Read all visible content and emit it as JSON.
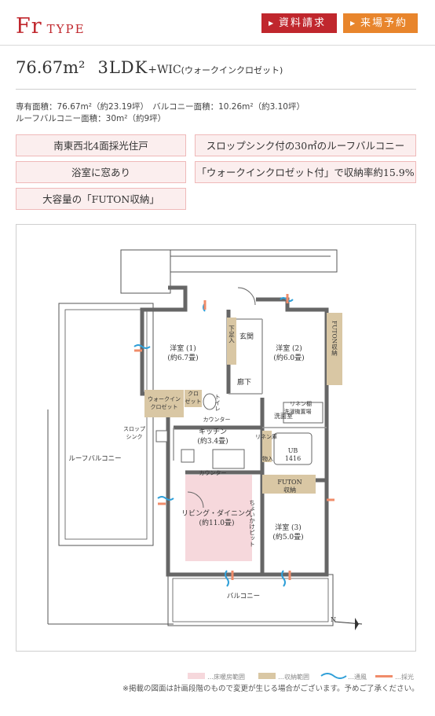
{
  "header": {
    "type_big": "Fr",
    "type_small": "TYPE",
    "request_button": "資料請求",
    "visit_button": "来場予約"
  },
  "unit": {
    "area": "76.67m²",
    "layout": "3LDK",
    "wic_plus": "+WIC",
    "wic_note": "(ウォークインクロゼット)"
  },
  "specs": {
    "line1": "専有面積：76.67m²（約23.19坪）　バルコニー面積：10.26m²（約3.10坪）",
    "line2": "ルーフバルコニー面積：30m²（約9坪）"
  },
  "features": [
    "南東西北4面採光住戸",
    "スロップシンク付の30㎡のルーフバルコニー",
    "浴室に窓あり",
    "「ウォークインクロゼット付」で収納率約15.9%",
    "大容量の「FUTON収納」"
  ],
  "floorplan": {
    "room1_name": "洋室 (1)",
    "room1_size": "(約6.7畳)",
    "room2_name": "洋室 (2)",
    "room2_size": "(約6.0畳)",
    "room3_name": "洋室 (3)",
    "room3_size": "(約5.0畳)",
    "ld_name": "リビング・ダイニング",
    "ld_size": "(約11.0畳)",
    "kitchen_name": "キッチン",
    "kitchen_size": "(約3.4畳)",
    "entrance": "玄関",
    "hallway": "廊下",
    "shoe_box": "下足入",
    "futon_top": "FUTON収納",
    "futon_mid": "FUTON",
    "futon_mid2": "収納",
    "wic": "ウォークイン",
    "wic2": "クロゼット",
    "closet": "クロ",
    "closet2": "ゼット",
    "toilet": "トイレ",
    "counter": "カウンター",
    "counter2": "カウンター",
    "washroom": "洗面室",
    "linen_shelf": "リネン棚",
    "laundry": "洗濯機置場",
    "linen_storage": "リネン庫",
    "storage": "物入",
    "ub": "UB",
    "ub_size": "1416",
    "slop_sink": "スロップ",
    "slop_sink2": "シンク",
    "roof_balcony": "ルーフバルコニー",
    "hook_pit": "ちょいかけピット",
    "balcony": "バルコニー",
    "north": "N"
  },
  "legend": {
    "floor_heating": "…床暖房範囲",
    "storage": "…収納範囲",
    "ventilation": "…通風",
    "daylight": "…採光",
    "note": "※掲載の図面は計画段階のもので変更が生じる場合がございます。予めご了承ください。"
  },
  "colors": {
    "brand_red": "#c0272d",
    "accent_orange": "#e8852c",
    "feature_bg": "#fbeeee",
    "floor_heating": "#f6d8dc",
    "storage": "#d9c7a4",
    "ventilation": "#2f9fd8",
    "daylight": "#f08c6a"
  }
}
